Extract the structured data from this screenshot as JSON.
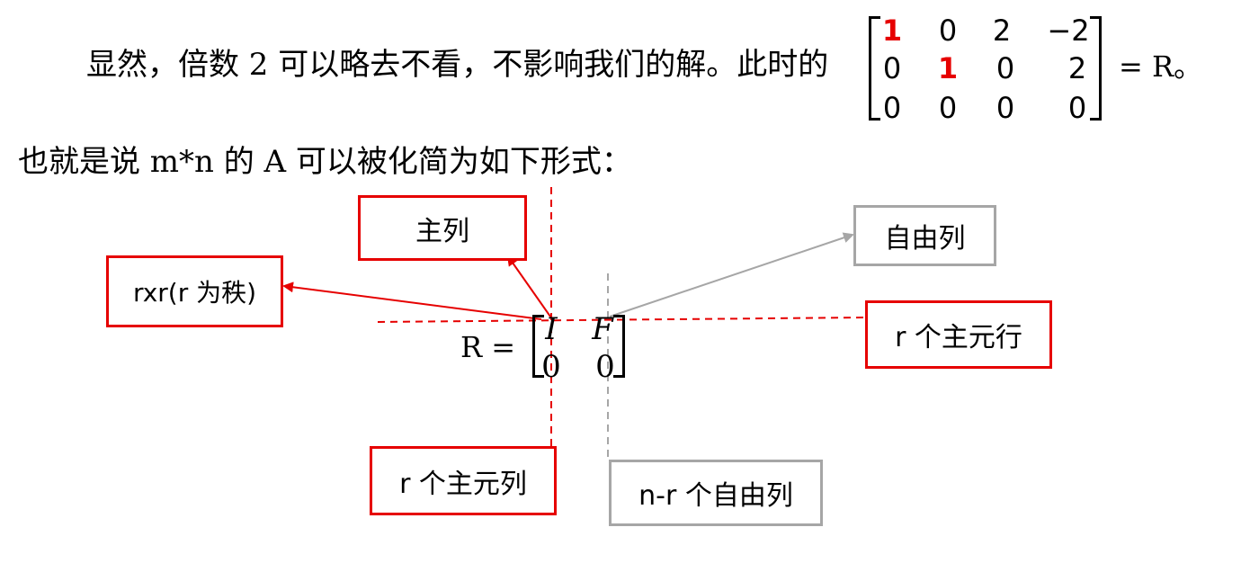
{
  "paragraph": {
    "line1": "显然，倍数 2 可以略去不看，不影响我们的解。此时的",
    "equals_r": "= R。",
    "line2": "也就是说 m*n 的 A 可以被化简为如下形式："
  },
  "matrix_R_full": {
    "rows": [
      [
        "1",
        "0",
        "2",
        "−2"
      ],
      [
        "0",
        "1",
        "0",
        "2"
      ],
      [
        "0",
        "0",
        "0",
        "0"
      ]
    ],
    "pivot_positions": [
      [
        0,
        0
      ],
      [
        1,
        1
      ]
    ],
    "pivot_color": "#e60000"
  },
  "block_form": {
    "label": "R  =",
    "cells": [
      [
        "I",
        "F"
      ],
      [
        "0",
        "0"
      ]
    ]
  },
  "annotations": {
    "pivot_col": "主列",
    "free_col": "自由列",
    "rank_block": "rxr(r 为秩)",
    "pivot_rows": "r 个主元行",
    "pivot_cols": "r 个主元列",
    "free_cols": "n-r 个自由列"
  },
  "colors": {
    "red": "#e60000",
    "gray": "#a6a6a6"
  }
}
